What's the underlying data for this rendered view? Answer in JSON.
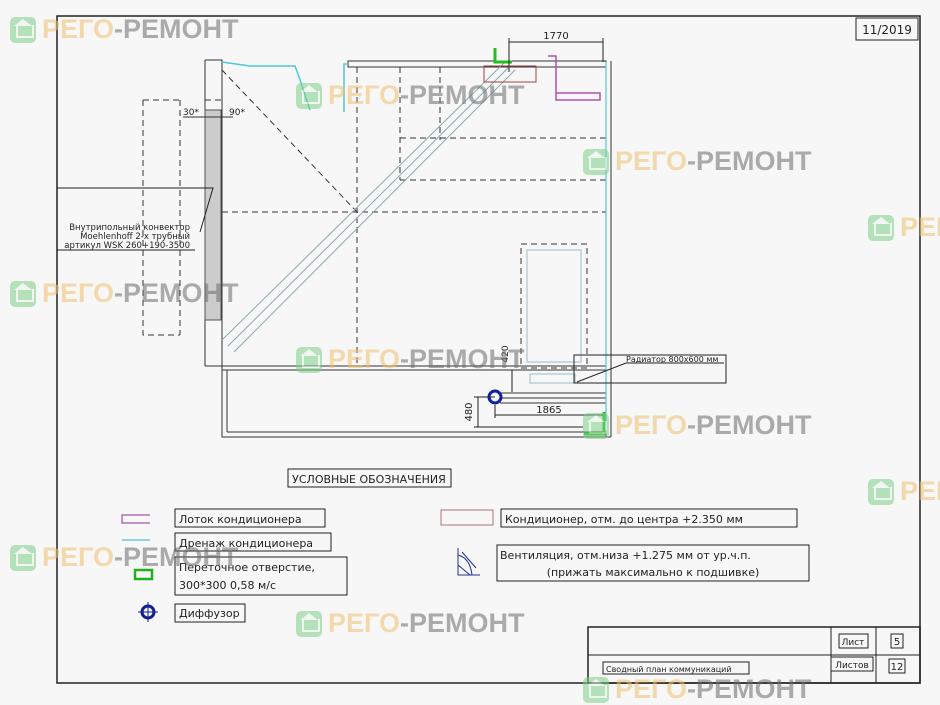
{
  "stamp_date": "11/2019",
  "watermark": {
    "part1": "РЕГО",
    "part2": "-РЕМОНТ"
  },
  "dimensions": {
    "top": "1770",
    "bottom": "1865",
    "left_vert": "480",
    "small_vert": "420",
    "angle_left": "30*",
    "angle_right": "90*"
  },
  "callouts": {
    "convector": [
      "Внутрипольный конвектор",
      "Moehlenhoff 2-х трубный",
      "артикул WSK 260+190-3500"
    ],
    "radiator": "Радиатор 800х600 мм"
  },
  "legend": {
    "title": "УСЛОВНЫЕ ОБОЗНАЧЕНИЯ",
    "items": [
      {
        "label": "Лоток кондиционера",
        "color": "#b070b0"
      },
      {
        "label": "Дренаж кондиционера",
        "color": "#70c8d8"
      },
      {
        "label": "Переточное отверстие,",
        "label2": "300*300 0,58 м/с",
        "color": "#20b020"
      },
      {
        "label": "Диффузор",
        "color": "#102090"
      },
      {
        "label": "Кондиционер, отм. до центра +2.350 мм",
        "color": "#b07070"
      },
      {
        "label": "Вентиляция, отм.низа +1.275 мм от ур.ч.п.",
        "label2": "(прижать максимально к подшивке)",
        "color": "#203090"
      }
    ]
  },
  "title_block": {
    "sheet_label": "Лист",
    "sheet_value": "5",
    "sheets_label": "Листов",
    "sheets_value": "12",
    "drawing_name": "Сводный план коммуникаций"
  }
}
